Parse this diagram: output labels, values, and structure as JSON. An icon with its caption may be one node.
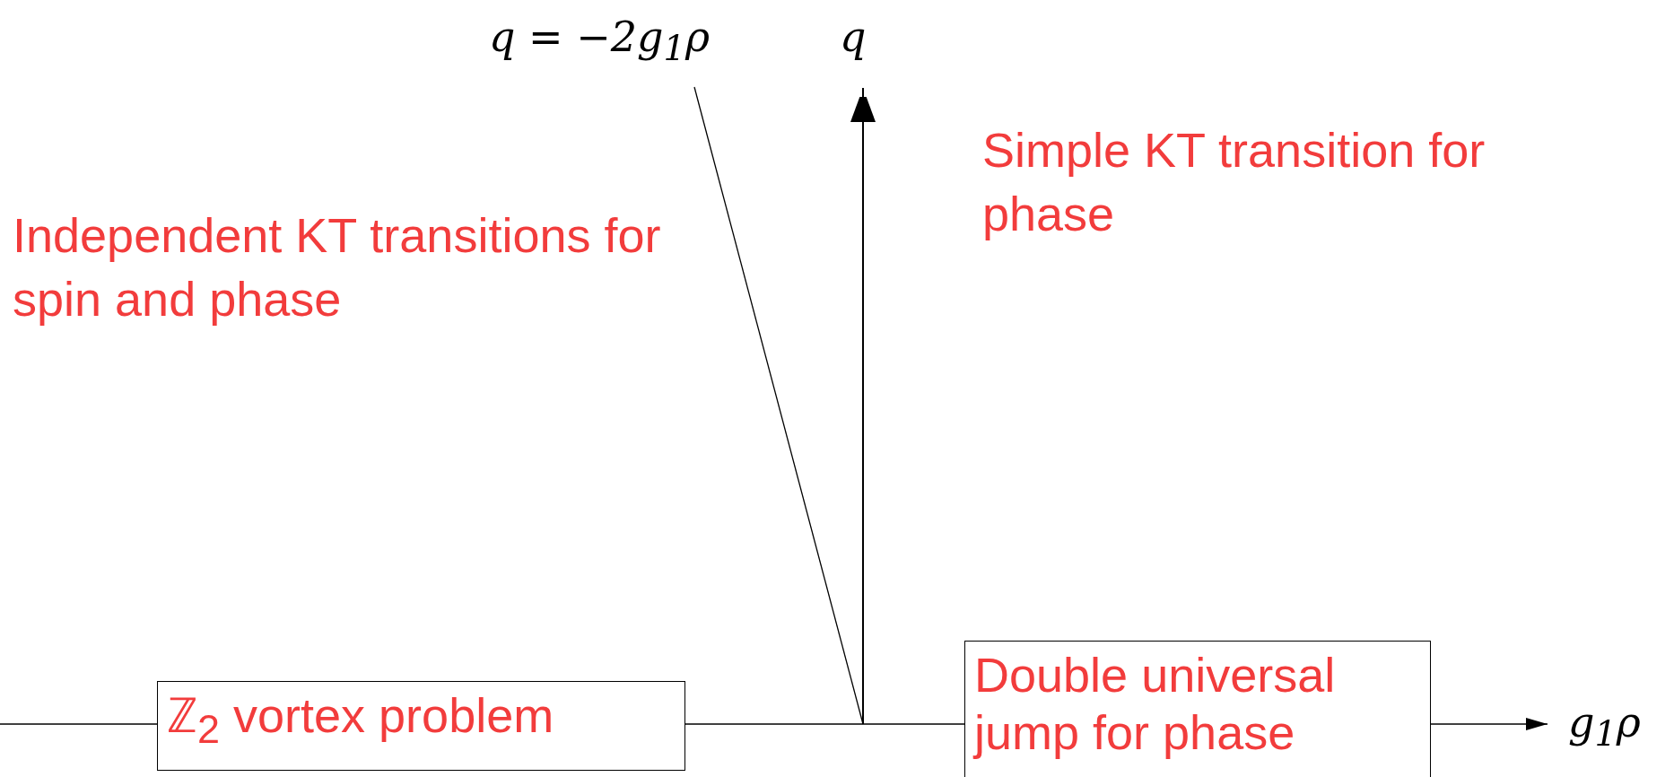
{
  "diagram": {
    "nodes": [
      {
        "text": [
          "ℤ$_{2}$ vortex problem"
        ]
      },
      {
        "text": [
          "Double universal jump for phase"
        ]
      }
    ],
    "edges": [],
    "labels": [
      "q = −2g$_{1}$ρ",
      "q",
      "Simple KT transition for phase",
      "Independent KT transitions for spin and phase",
      "g$_{1}$ρ"
    ]
  }
}
